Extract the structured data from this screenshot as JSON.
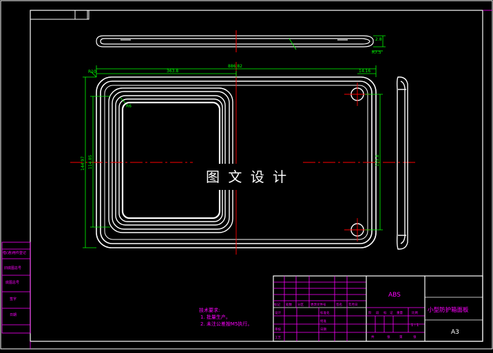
{
  "watermark": "图 文 设 计",
  "dimensions": {
    "overall_width": "886.82",
    "left_width": "363.8",
    "right_tab": "14.16",
    "height_outer": "144.97",
    "height_inner": "114.85",
    "height_right": "155.8",
    "corner_r": "R10",
    "inner_r": "R6",
    "side_dim": "R7.5",
    "side_dim2": "2.8"
  },
  "notes": {
    "title": "技术要求:",
    "line1": "1. 批量生产。",
    "line2": "2. 未注公差按M5执行。"
  },
  "title_block": {
    "material": "ABS",
    "part_name": "小型防护箱面板",
    "sheet_size": "A3",
    "scale": "1 : 1",
    "header_labels": [
      "标记",
      "处数",
      "分区",
      "更改文件号",
      "签名",
      "年月日"
    ],
    "row_design": "设计",
    "row_standard": "标准化",
    "row_review": "审核",
    "row_process": "工艺",
    "row_approve": "批准",
    "row_date": "日期",
    "stage_labels": [
      "阶",
      "段",
      "标",
      "记"
    ],
    "weight_label": "重量",
    "scale_label": "比例",
    "sheet_labels": [
      "共",
      "张",
      "第",
      "张"
    ]
  },
  "left_strip": [
    "借(通)用件登记",
    "旧底图总号",
    "底图总号",
    "签字",
    "日期"
  ],
  "colors": {
    "border": "#ffffff",
    "frame": "#ff00ff",
    "part": "#ffffff",
    "dimension": "#00ff00",
    "centerline": "#ff0000",
    "text": "#ff00ff"
  }
}
